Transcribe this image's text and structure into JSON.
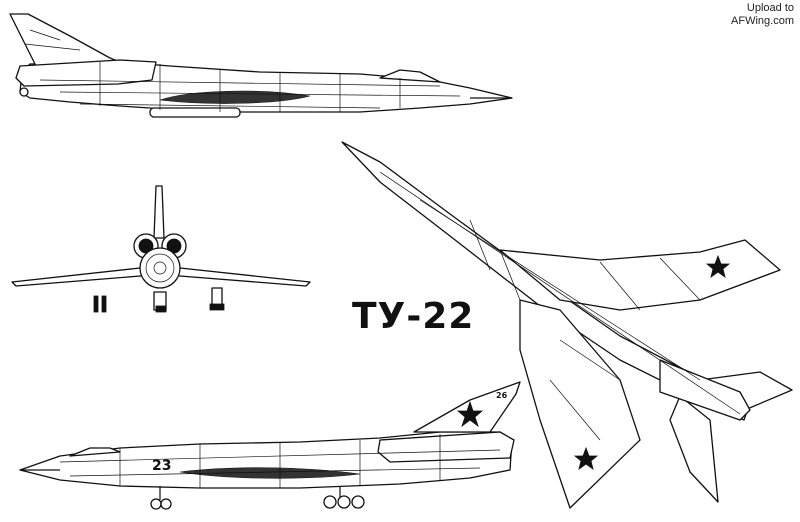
{
  "watermark": {
    "line1": "Upload to",
    "line2": "AFWing.com"
  },
  "title": "ТУ-22",
  "markings": {
    "side_number": "23",
    "fin_code": "26"
  }
}
